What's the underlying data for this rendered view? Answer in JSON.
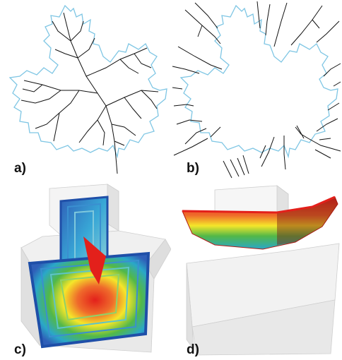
{
  "panels": [
    {
      "id": "a",
      "label": "a)"
    },
    {
      "id": "b",
      "label": "b)"
    },
    {
      "id": "c",
      "label": "c)"
    },
    {
      "id": "d",
      "label": "d)"
    }
  ],
  "colors": {
    "outline": "#7fc6e4",
    "skeleton": "#111111",
    "solid_top": "#f2f2f2",
    "solid_side": "#dcdcdc",
    "solid_front": "#e8e8e8",
    "heat_red": "#e3201b",
    "heat_yellow": "#f5e62a",
    "heat_green": "#52b848",
    "heat_blue": "#2f6bc0"
  }
}
